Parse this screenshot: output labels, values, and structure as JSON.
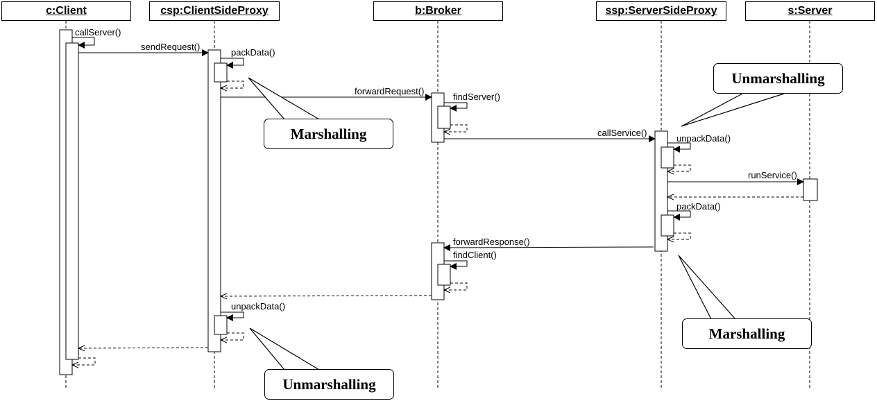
{
  "lifelines": [
    {
      "name": "c:Client"
    },
    {
      "name": "csp:ClientSideProxy"
    },
    {
      "name": "b:Broker"
    },
    {
      "name": "ssp:ServerSideProxy"
    },
    {
      "name": "s:Server"
    }
  ],
  "messages": {
    "call_server": "callServer()",
    "send_request": "sendRequest()",
    "pack_data_1": "packData()",
    "forward_request": "forwardRequest()",
    "find_server": "findServer()",
    "call_service": "callService()",
    "unpack_data_1": "unpackData()",
    "run_service": "runService()",
    "pack_data_2": "packData()",
    "forward_response": "forwardResponse()",
    "find_client": "findClient()",
    "unpack_data_2": "unpackData()"
  },
  "callouts": {
    "marshalling_client": "Marshalling",
    "unmarshalling_server": "Unmarshalling",
    "marshalling_server": "Marshalling",
    "unmarshalling_client": "Unmarshalling"
  }
}
